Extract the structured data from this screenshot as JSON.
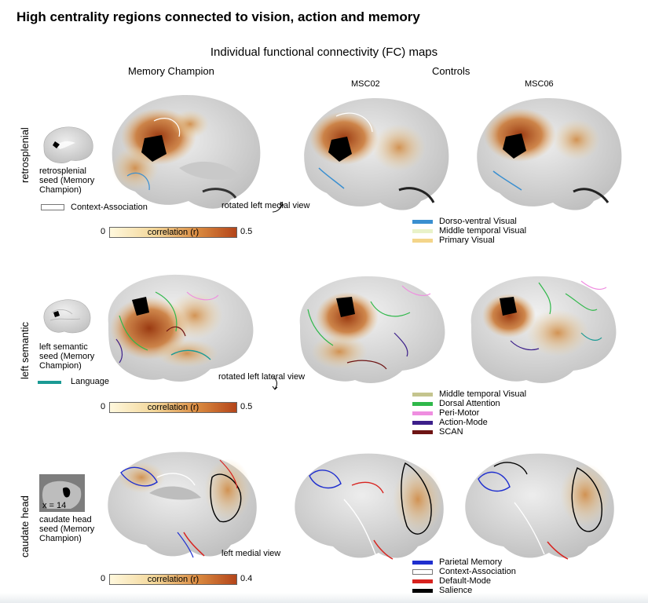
{
  "title": "High centrality regions connected to vision, action and memory",
  "subtitle": "Individual functional connectivity (FC) maps",
  "columns": {
    "memory_champion": "Memory  Champion",
    "controls": "Controls",
    "msc02": "MSC02",
    "msc06": "MSC06"
  },
  "rows": [
    {
      "label": "retrosplenial",
      "seed": "retrosplenial seed (Memory Champion)",
      "legend_key": "Context-Association",
      "view": "rotated left medial view",
      "scale": {
        "min": "0",
        "label": "correlation (r)",
        "max": "0.5"
      },
      "networks": [
        {
          "name": "Dorso-ventral Visual",
          "color": "#3a8fd0"
        },
        {
          "name": "Middle temporal Visual",
          "color": "#e9f2c9"
        },
        {
          "name": "Primary Visual",
          "color": "#f4d58a"
        }
      ]
    },
    {
      "label": "left semantic",
      "seed": "left semantic seed (Memory Champion)",
      "legend_key": "Language",
      "view": "rotated left lateral view",
      "scale": {
        "min": "0",
        "label": "correlation (r)",
        "max": "0.5"
      },
      "networks": [
        {
          "name": "Middle temporal Visual",
          "color": "#c4c48e"
        },
        {
          "name": "Dorsal Attention",
          "color": "#2fb84a"
        },
        {
          "name": "Peri-Motor",
          "color": "#ef8ee0"
        },
        {
          "name": "Action-Mode",
          "color": "#3c1f8a"
        },
        {
          "name": "SCAN",
          "color": "#6e1414"
        }
      ]
    },
    {
      "label": "caudate head",
      "seed": "caudate head seed (Memory Champion)",
      "slice_label": "x = 14",
      "view": "left medial view",
      "scale": {
        "min": "0",
        "label": "correlation (r)",
        "max": "0.4"
      },
      "networks": [
        {
          "name": "Parietal Memory",
          "color": "#1f2fcf"
        },
        {
          "name": "Context-Association",
          "color": "#ffffff"
        },
        {
          "name": "Default-Mode",
          "color": "#d8231f"
        },
        {
          "name": "Salience",
          "color": "#000000"
        }
      ]
    }
  ],
  "colors": {
    "language": "#1a9a94",
    "brain": "#d7d7d7",
    "fc_low": "#f3d79a",
    "fc_high": "#a8431a"
  }
}
